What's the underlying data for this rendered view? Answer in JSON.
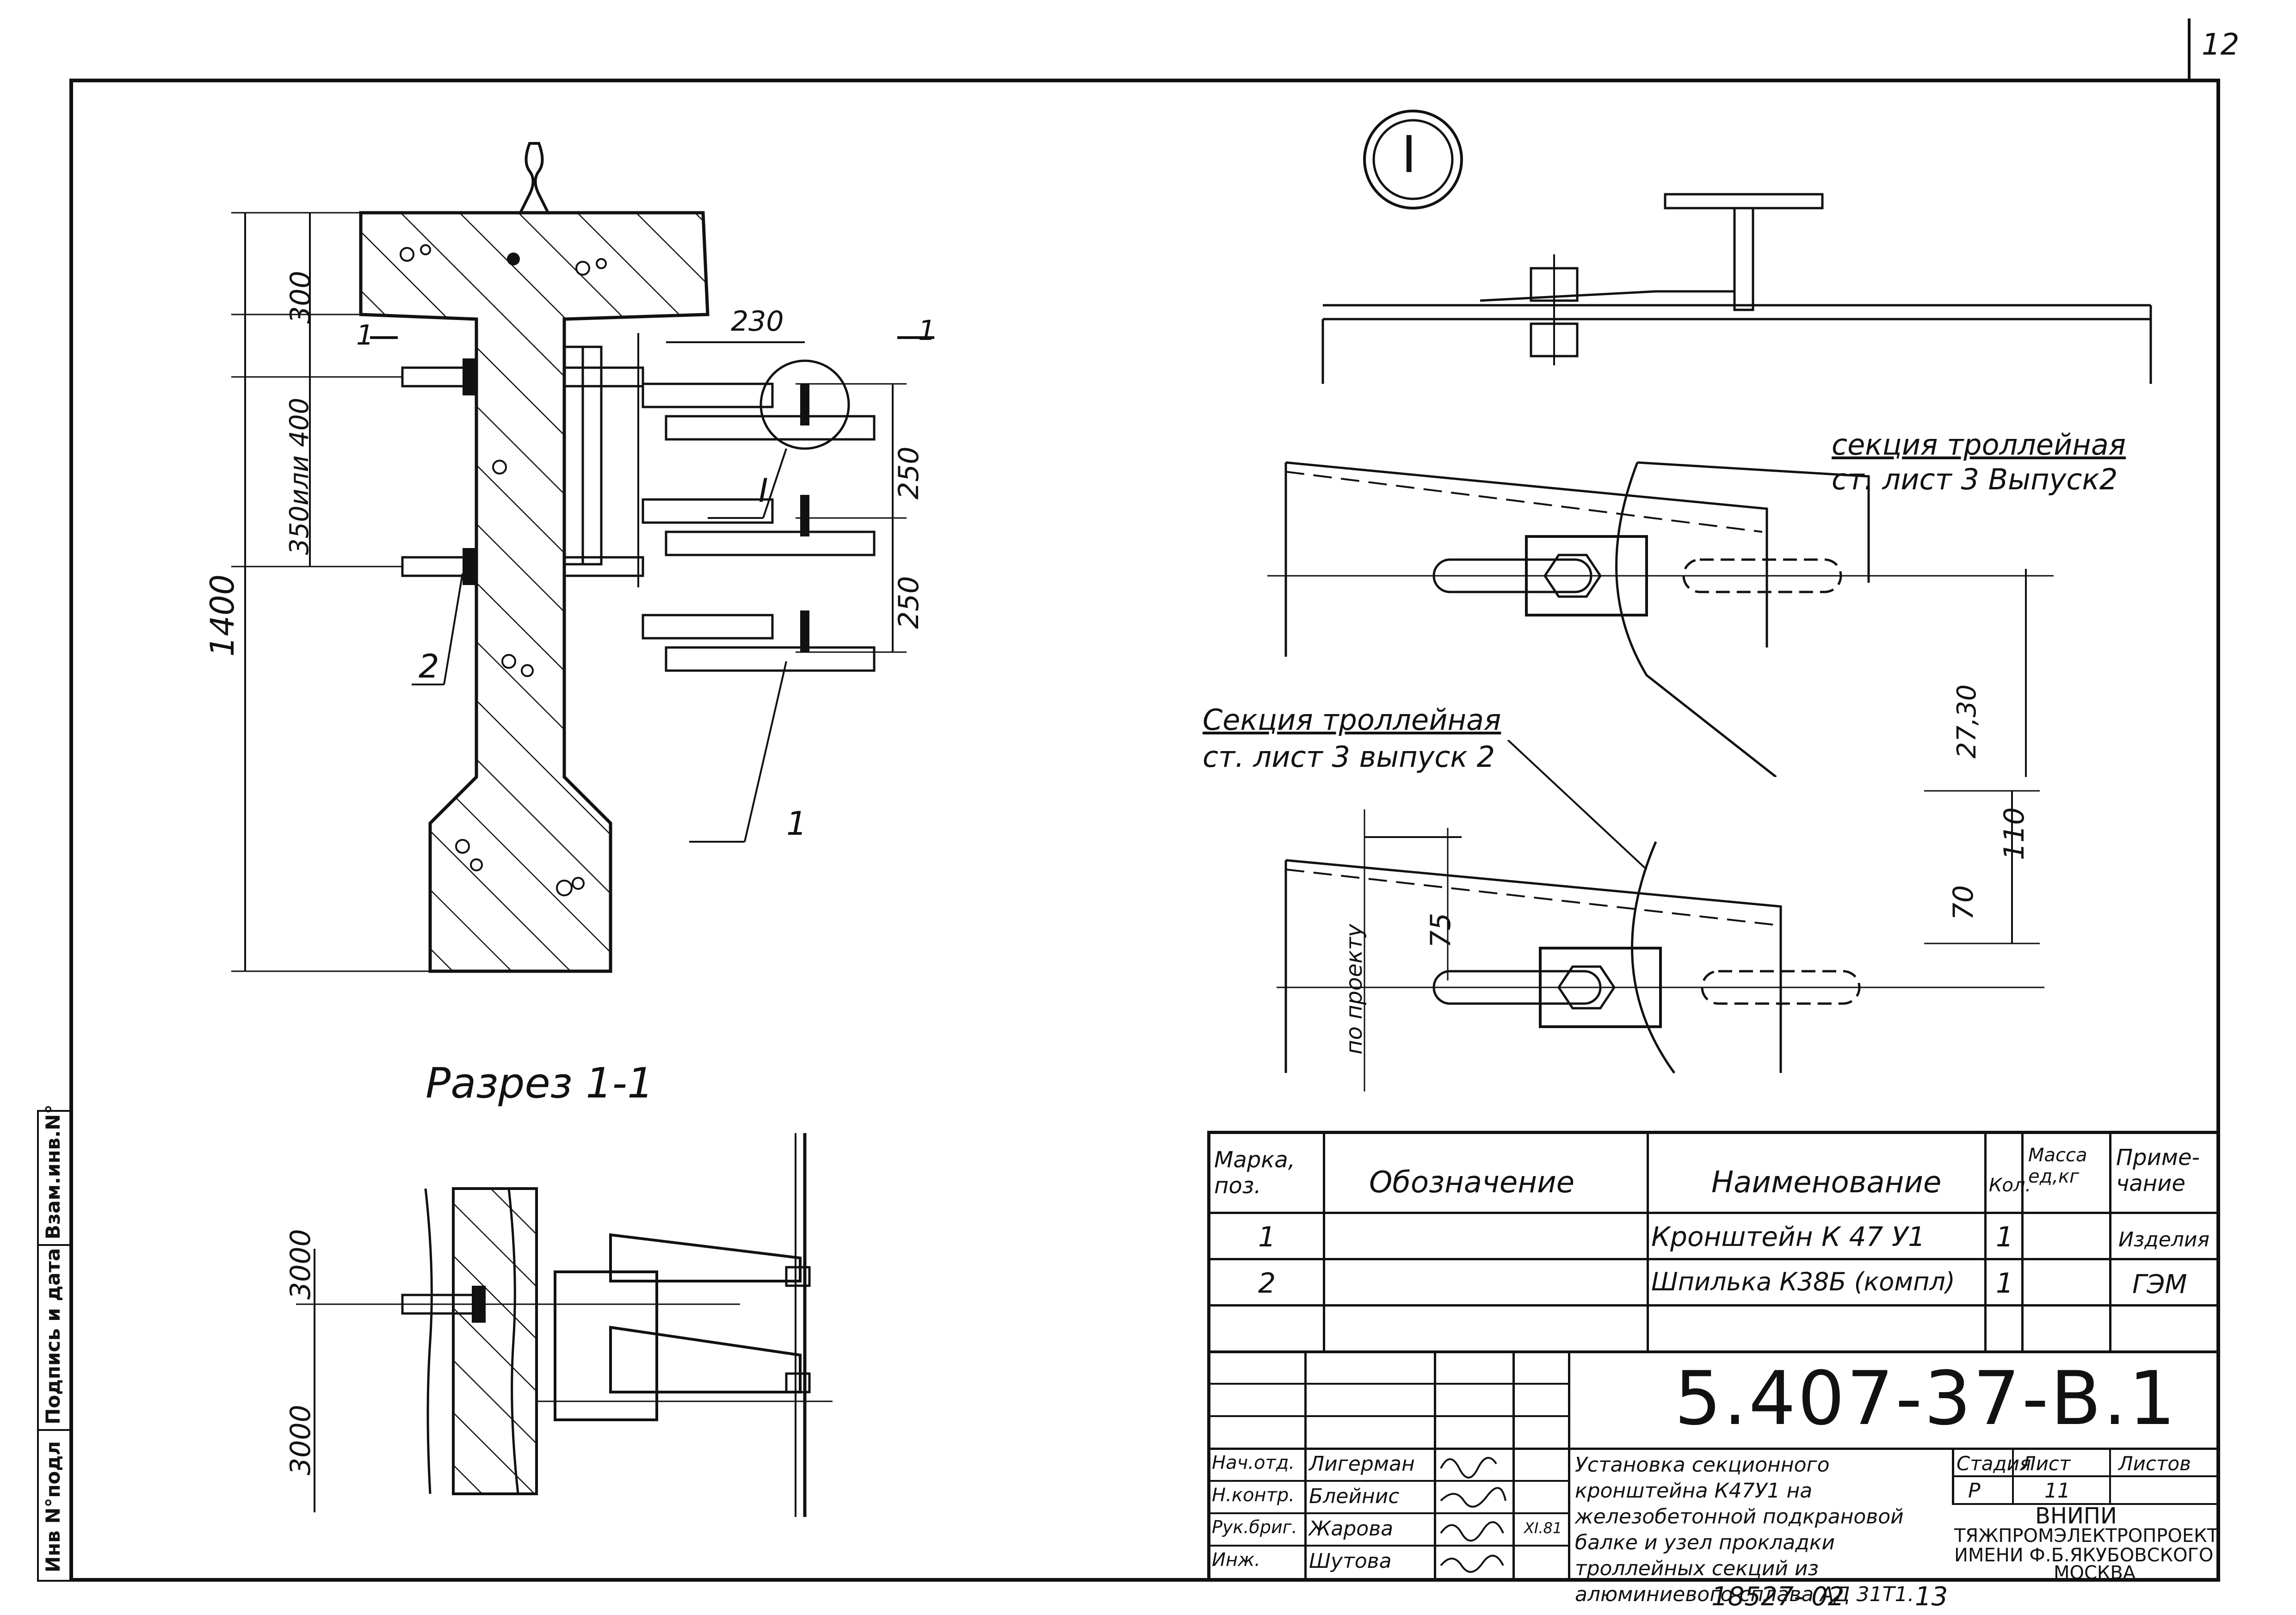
{
  "page": {
    "sheet_corner_number": "12",
    "bottom_code": "18527- 02",
    "bottom_page": "13"
  },
  "side_stamp": {
    "inv_orig": "Инв N°подл",
    "sign_date": "Подпись и дата",
    "vzam_inv": "Взам.инв.N°"
  },
  "drawing_left": {
    "dims": {
      "d1400": "1400",
      "d300": "300",
      "d350_400": "350или 400",
      "d230": "230",
      "d250a": "250",
      "d250b": "250",
      "d3000a": "3000",
      "d3000b": "3000"
    },
    "callouts": {
      "pos1": "1",
      "pos2": "2",
      "detailI": "I",
      "cut1a": "1",
      "cut1b": "1"
    },
    "section_title": "Разрез 1-1"
  },
  "drawing_right": {
    "detail_marker": "I",
    "label_upper": {
      "line1": "секция троллейная",
      "line2": "ст. лист 3 Выпуск2"
    },
    "label_lower": {
      "line1": "Секция троллейная",
      "line2": "ст. лист 3 выпуск 2"
    },
    "dims": {
      "d2730": "27,30",
      "d110": "110",
      "d70": "70",
      "d75": "75",
      "po_proektu": "по проекту"
    }
  },
  "spec_table": {
    "headers": {
      "mark": "Марка, поз.",
      "designation": "Обозначение",
      "name": "Наименование",
      "qty": "Кол.",
      "mass": "Масса ед,кг",
      "note": "Приме-чание"
    },
    "rows": [
      {
        "mark": "1",
        "name": "Кронштейн К 47 У1",
        "qty": "1"
      },
      {
        "mark": "2",
        "name": "Шпилька К38Б (компл)",
        "qty": "1"
      }
    ],
    "note_line1": "Изделия",
    "note_line2": "ГЭМ"
  },
  "title_block": {
    "doc_number": "5.407-37-В.1",
    "description": "Установка секционного кронштейна К47У1 на железобетонной подкрановой балке и узел прокладки троллейных секций из алюминиевого сплава АД 31Т1.",
    "stage_label": "Стадия",
    "sheet_label": "Лист",
    "sheets_label": "Листов",
    "stage_value": "Р",
    "sheet_value": "11",
    "org_line1": "ВНИПИ",
    "org_line2": "ТЯЖПРОМЭЛЕКТРОПРОЕКТ",
    "org_line3": "ИМЕНИ Ф.Б.ЯКУБОВСКОГО",
    "org_line4": "МОСКВА",
    "signatures": [
      {
        "role": "Нач.отд.",
        "name": "Лигерман"
      },
      {
        "role": "Н.контр.",
        "name": "Блейнис"
      },
      {
        "role": "Рук.бриг.",
        "name": "Жарова",
        "date": "XI.81"
      },
      {
        "role": "Инж.",
        "name": "Шутова"
      }
    ]
  }
}
